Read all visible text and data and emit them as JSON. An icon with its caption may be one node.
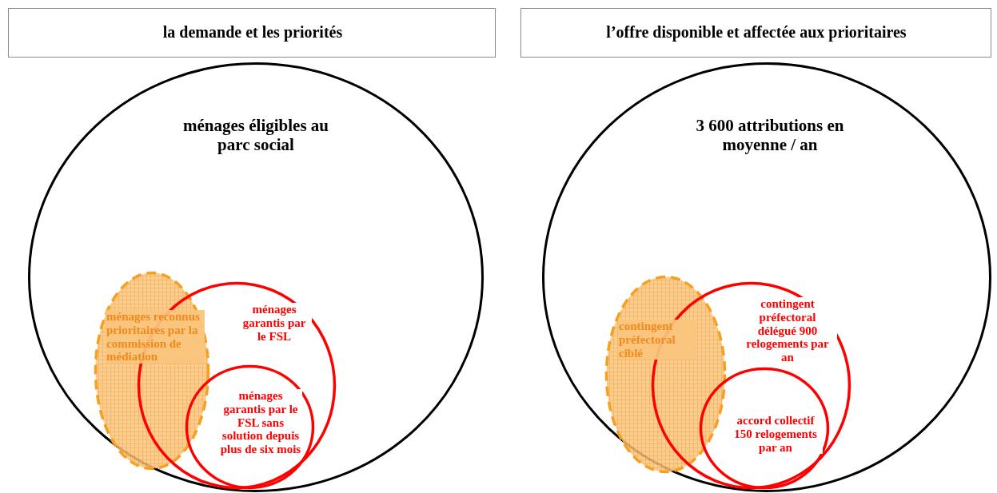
{
  "diagram": {
    "nodes": [
      {
        "text": [
          "la demande et les priorités"
        ]
      },
      {
        "text": [
          "ménages éligibles au parc social"
        ]
      },
      {
        "text": [
          "ménages reconnus prioritaires par la commission de médiation"
        ],
        "in": 1
      },
      {
        "text": [
          "ménages garantis par le FSL"
        ],
        "in": 1
      },
      {
        "text": [
          "ménages garantis par le FSL sans solution depuis plus de six mois"
        ],
        "in": 3
      },
      {
        "text": [
          "l’offre disponible et affectée aux prioritaires"
        ]
      },
      {
        "text": [
          "3 600 attributions en moyenne / an"
        ]
      },
      {
        "text": [
          "contingent préfectoral ciblé"
        ],
        "in": 6
      },
      {
        "text": [
          "contingent préfectoral délégué 900 relogements par an"
        ],
        "in": 6
      },
      {
        "text": [
          "accord collectif 150 relogements par an"
        ],
        "in": 8
      }
    ]
  }
}
